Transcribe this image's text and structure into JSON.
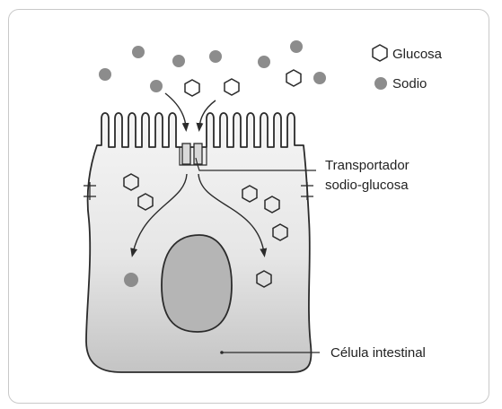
{
  "legend": {
    "glucose_label": "Glucosa",
    "sodium_label": "Sodio"
  },
  "labels": {
    "transporter": [
      "Transportador",
      "sodio-glucosa"
    ],
    "cell": "Célula intestinal"
  },
  "colors": {
    "sodium": "#8c8c8c",
    "outline": "#2b2b2b",
    "cell_top": "#f4f4f4",
    "cell_bottom": "#c9c9c9",
    "nucleus": "#b3b3b3"
  }
}
